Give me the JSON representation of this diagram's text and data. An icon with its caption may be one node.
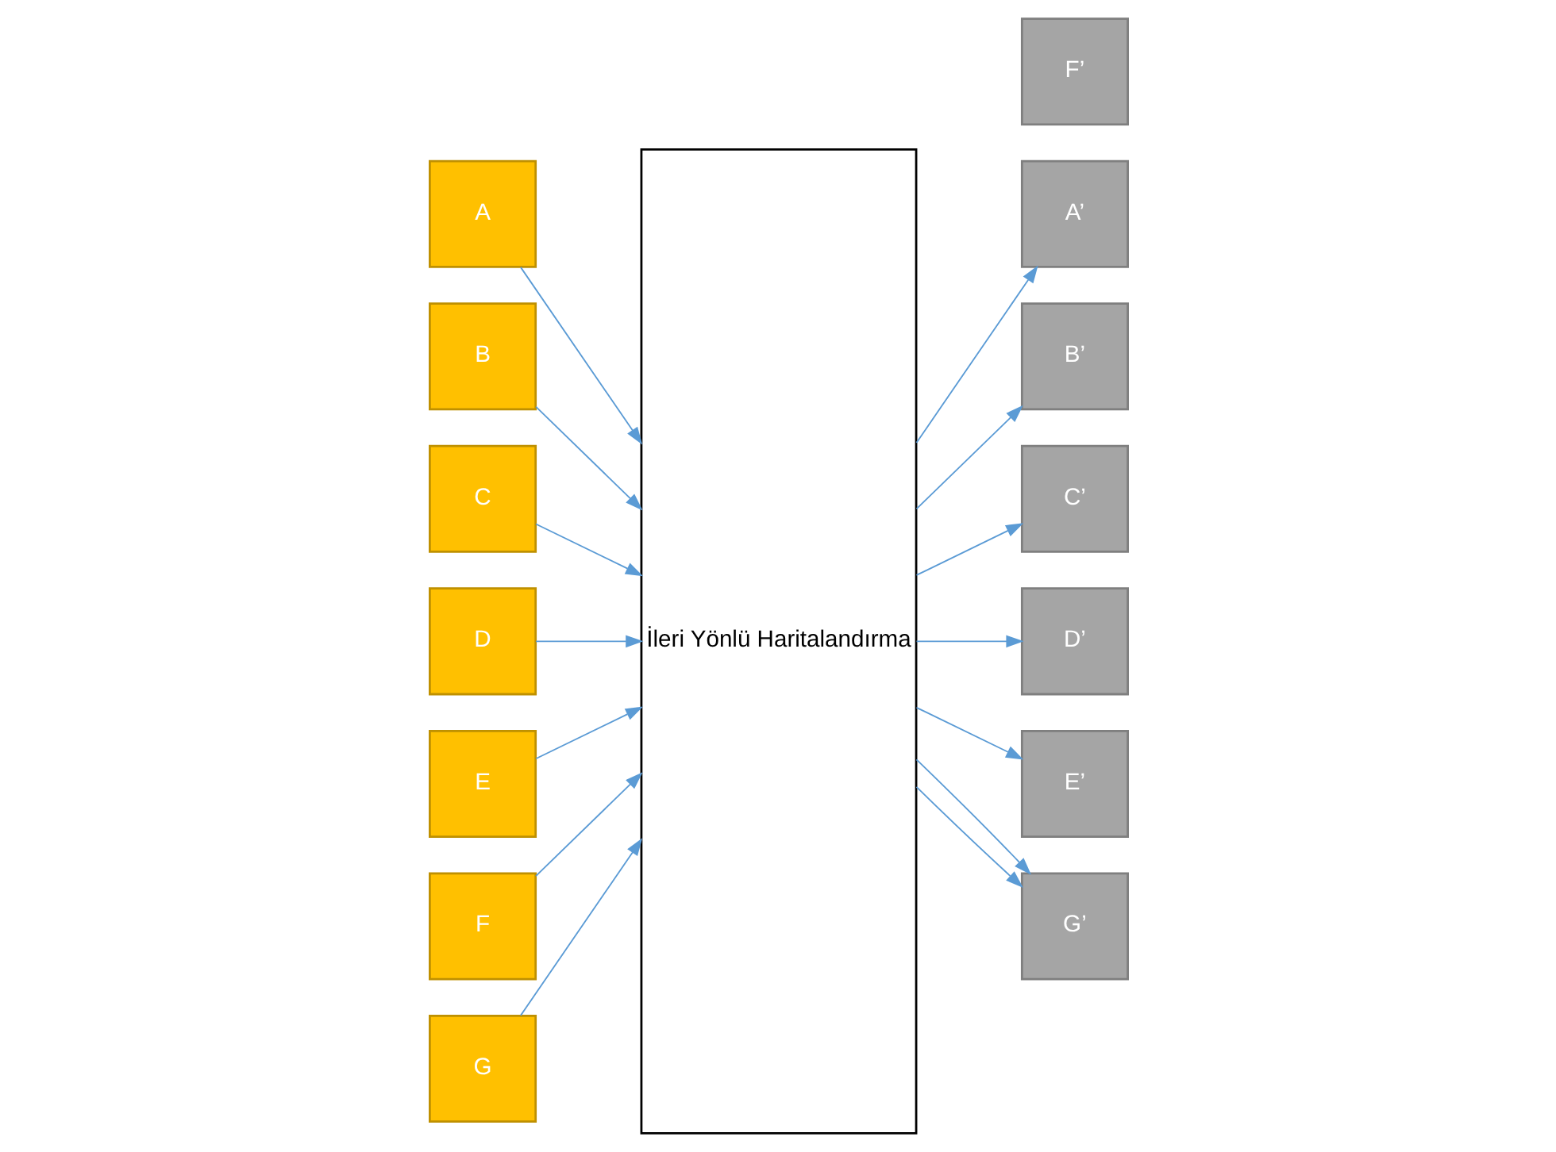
{
  "diagram": {
    "nodes": [
      {
        "text": [
          "A"
        ]
      },
      {
        "text": [
          "B"
        ]
      },
      {
        "text": [
          "C"
        ]
      },
      {
        "text": [
          "D"
        ]
      },
      {
        "text": [
          "E"
        ]
      },
      {
        "text": [
          "F"
        ]
      },
      {
        "text": [
          "G"
        ]
      },
      {
        "text": [
          "İleri Yönlü Haritalandırma"
        ]
      },
      {
        "text": [
          "A’"
        ]
      },
      {
        "text": [
          "B’"
        ]
      },
      {
        "text": [
          "C’"
        ]
      },
      {
        "text": [
          "D’"
        ]
      },
      {
        "text": [
          "E’"
        ]
      },
      {
        "text": [
          "F’"
        ]
      },
      {
        "text": [
          "G’"
        ]
      }
    ],
    "edges": [
      {
        "from": 0,
        "to": 7,
        "arrow": "to"
      },
      {
        "from": 1,
        "to": 7,
        "arrow": "to"
      },
      {
        "from": 2,
        "to": 7,
        "arrow": "to"
      },
      {
        "from": 3,
        "to": 7,
        "arrow": "to"
      },
      {
        "from": 4,
        "to": 7,
        "arrow": "to"
      },
      {
        "from": 5,
        "to": 7,
        "arrow": "to"
      },
      {
        "from": 6,
        "to": 7,
        "arrow": "to"
      },
      {
        "from": 7,
        "to": 8,
        "arrow": "to"
      },
      {
        "from": 7,
        "to": 9,
        "arrow": "to"
      },
      {
        "from": 7,
        "to": 10,
        "arrow": "to"
      },
      {
        "from": 7,
        "to": 11,
        "arrow": "to"
      },
      {
        "from": 7,
        "to": 12,
        "arrow": "to"
      },
      {
        "from": 7,
        "to": 14,
        "arrow": "to"
      },
      {
        "from": 7,
        "to": 14,
        "arrow": "to"
      }
    ]
  }
}
